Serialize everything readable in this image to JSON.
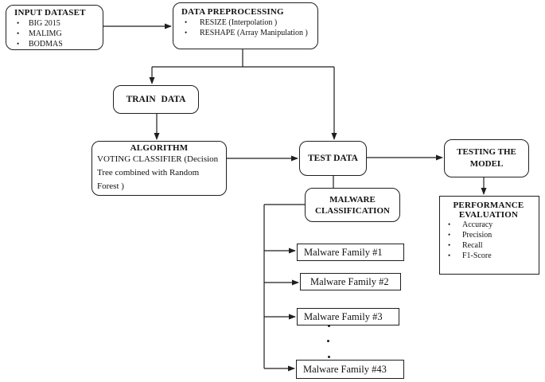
{
  "diagram": {
    "bullet_char": "•",
    "colors": {
      "line": "#1f1f1f",
      "background": "#ffffff",
      "text": "#111111"
    },
    "nodes": {
      "input_dataset": {
        "title": "INPUT DATASET",
        "items": [
          "BIG 2015",
          "MALIMG",
          "BODMAS"
        ]
      },
      "data_preprocessing": {
        "title": "DATA PREPROCESSING",
        "items": [
          "RESIZE (Interpolation )",
          "RESHAPE (Array Manipulation )"
        ]
      },
      "train_data": {
        "title": "TRAIN DATA"
      },
      "algorithm": {
        "title": "ALGORITHM",
        "body": "VOTING CLASSIFIER (Decision Tree combined with Random Forest )"
      },
      "test_data": {
        "title": "TEST DATA"
      },
      "testing_model": {
        "title": "TESTING THE MODEL"
      },
      "performance_evaluation": {
        "title": "PERFORMANCE EVALUATION",
        "items": [
          "Accuracy",
          "Precision",
          "Recall",
          "F1-Score"
        ]
      },
      "malware_classification": {
        "title": "MALWARE CLASSIFICATION"
      },
      "families": [
        "Malware Family #1",
        "Malware Family #2",
        "Malware Family #3",
        "Malware Family #43"
      ]
    }
  }
}
